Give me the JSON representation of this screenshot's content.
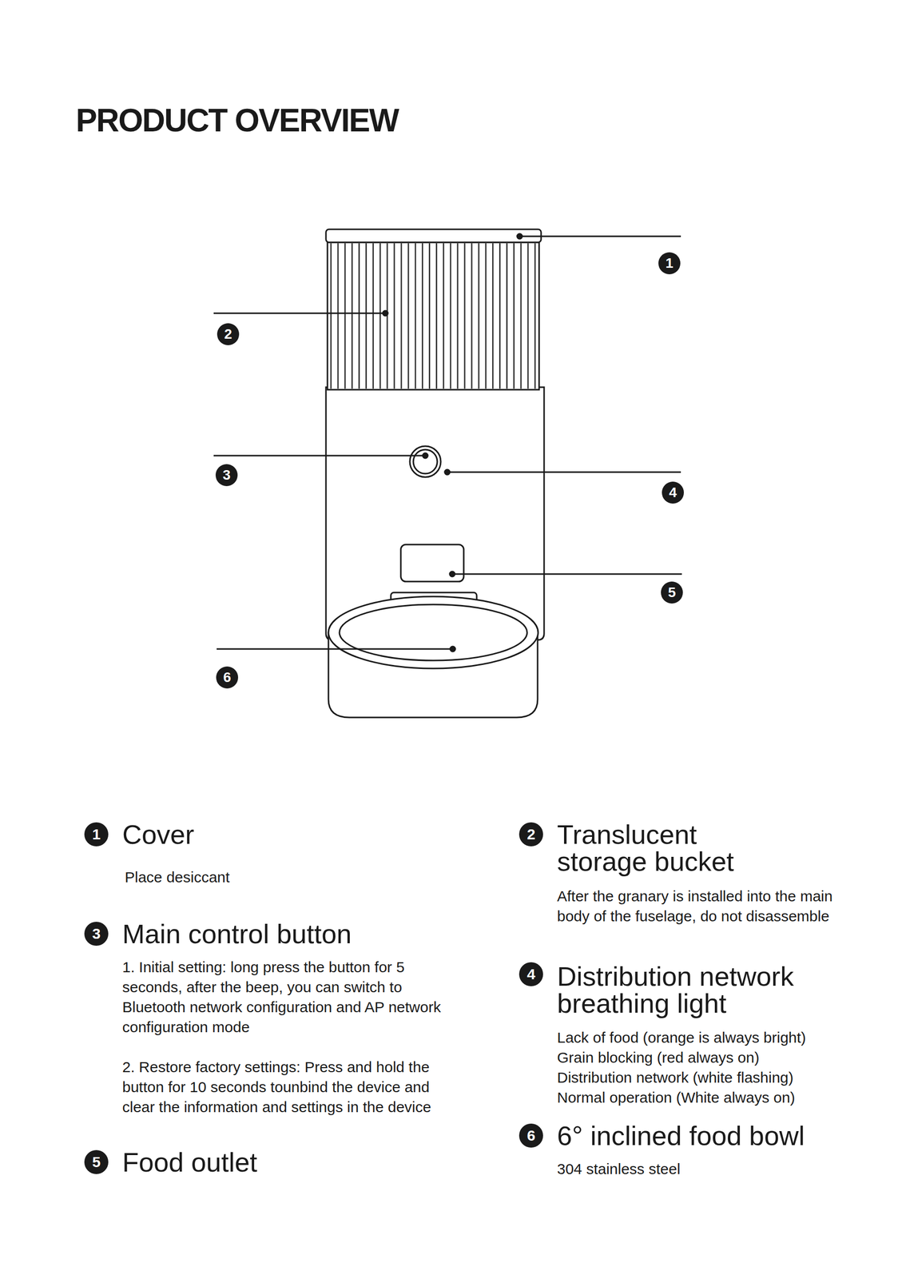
{
  "diagram": {
    "title": "PRODUCT OVERVIEW",
    "labels": [
      "1",
      "2",
      "3",
      "4",
      "5",
      "6",
      "1",
      "Cover",
      "Place desiccant",
      "2",
      "Translucent storage bucket",
      "After the granary is installed into the main body of the fuselage, do not disassemble",
      "3",
      "Main control button",
      "1. Initial setting: long press the button for 5 seconds, after the beep, you can switch to Bluetooth network configuration and AP network configuration mode",
      "2. Restore factory settings: Press and hold the button for 10 seconds tounbind the device and clear the information and settings in the device",
      "4",
      "Distribution network breathing light",
      "Lack of food (orange is always bright)",
      "Grain blocking (red always on)",
      "Distribution network (white flashing)",
      "Normal operation (White always on)",
      "5",
      "Food outlet",
      "6",
      "6° inclined food bowl",
      "304 stainless steel"
    ]
  }
}
